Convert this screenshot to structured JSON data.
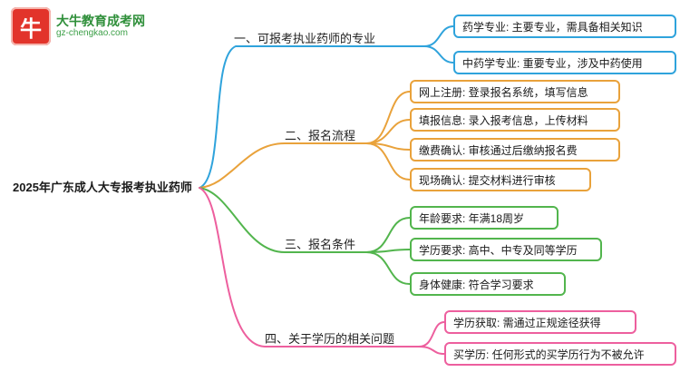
{
  "logo": {
    "icon_char": "牛",
    "site_name": "大牛教育成考网",
    "site_url": "gz-chengkao.com"
  },
  "root": {
    "label": "2025年广东成人大专报考执业药师"
  },
  "branches": [
    {
      "label": "一、可报考执业药师的专业",
      "color": "#2fa3dc",
      "children": [
        "药学专业: 主要专业，需具备相关知识",
        "中药学专业: 重要专业，涉及中药使用"
      ]
    },
    {
      "label": "二、报名流程",
      "color": "#e9a23b",
      "children": [
        "网上注册: 登录报名系统，填写信息",
        "填报信息: 录入报考信息，上传材料",
        "缴费确认: 审核通过后缴纳报名费",
        "现场确认: 提交材料进行审核"
      ]
    },
    {
      "label": "三、报名条件",
      "color": "#52b54d",
      "children": [
        "年龄要求: 年满18周岁",
        "学历要求: 高中、中专及同等学历",
        "身体健康: 符合学习要求"
      ]
    },
    {
      "label": "四、关于学历的相关问题",
      "color": "#ed5f9e",
      "children": [
        "学历获取: 需通过正规途径获得",
        "买学历: 任何形式的买学历行为不被允许"
      ]
    }
  ]
}
